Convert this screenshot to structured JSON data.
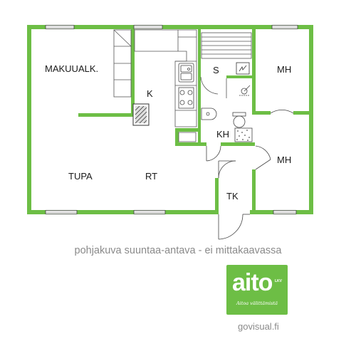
{
  "rooms": {
    "makuualk": "MAKUUALK.",
    "k": "K",
    "s": "S",
    "mh1": "MH",
    "kh": "KH",
    "mh2": "MH",
    "tupa": "TUPA",
    "rt": "RT",
    "tk": "TK"
  },
  "caption": "pohjakuva suuntaa-antava - ei mittakaavassa",
  "logo": {
    "word": "aito",
    "lkv": "LKV",
    "tagline": "Aitoa välittämistä"
  },
  "credit": "govisual.fi",
  "colors": {
    "wall": "#6dbe45",
    "line": "#333333"
  }
}
